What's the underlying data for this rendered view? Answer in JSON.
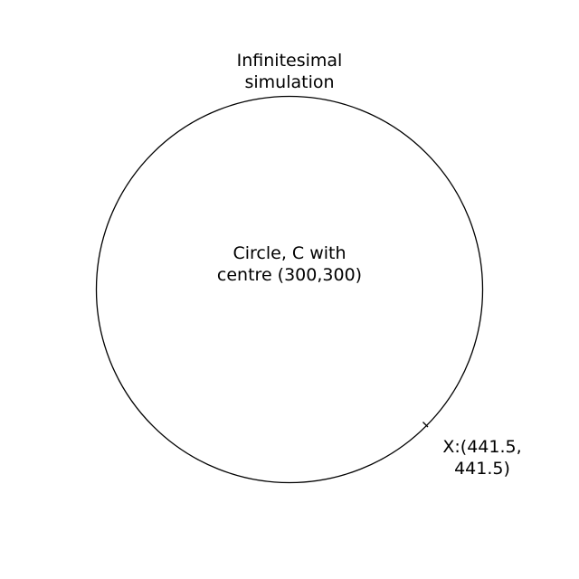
{
  "diagram": {
    "title": {
      "line1": "Infinitesimal",
      "line2": "simulation"
    },
    "circle_label": {
      "line1": "Circle, C with",
      "line2": "centre (300,300)"
    },
    "point_label": {
      "line1": "X:(441.5,",
      "line2": "441.5)"
    },
    "colors": {
      "stroke": "#000000",
      "background": "#ffffff",
      "text": "#000000"
    }
  }
}
